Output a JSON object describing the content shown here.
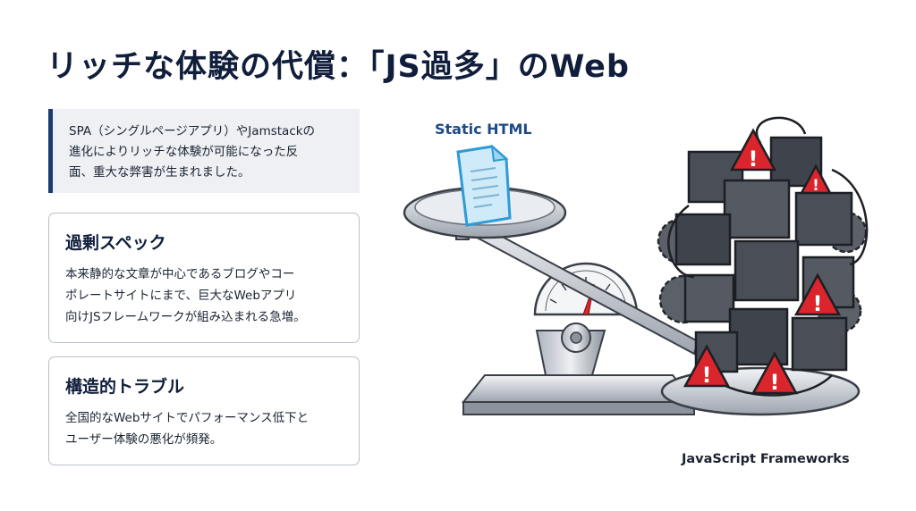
{
  "title": "リッチな体験の代償：「JS過多」のWeb",
  "intro": {
    "line1": "SPA（シングルページアプリ）やJamstackの",
    "line2": "進化によりリッチな体験が可能になった反",
    "line3": "面、重大な弊害が生まれました。"
  },
  "cards": [
    {
      "heading": "過剰スペック",
      "line1": "本来静的な文章が中心であるブログやコー",
      "line2": "ポレートサイトにまで、巨大なWebアプリ",
      "line3": "向けJSフレームワークが組み込まれる急増。"
    },
    {
      "heading": "構造的トラブル",
      "line1": "全国的なWebサイトでパフォーマンス低下と",
      "line2": "ユーザー体験の悪化が頻発。"
    }
  ],
  "illustration": {
    "left_label": "Static HTML",
    "right_label": "JavaScript Frameworks",
    "warning_glyph": "!",
    "colors": {
      "document": "#2e9bd6",
      "warning": "#d9252b",
      "metal": "#c9ced6",
      "blocks": "#4a4f57"
    }
  }
}
